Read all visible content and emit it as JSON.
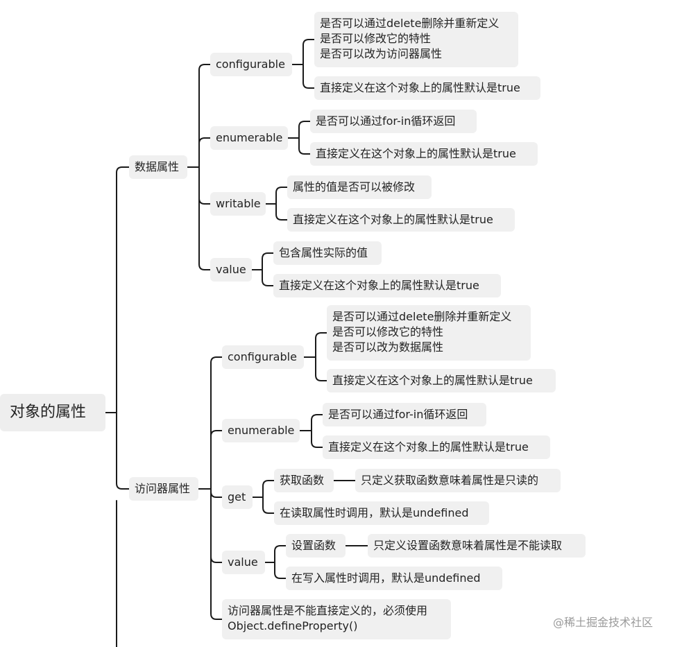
{
  "root": {
    "label": "对象的属性"
  },
  "branches": [
    {
      "label": "数据属性",
      "children": [
        {
          "label": "configurable",
          "children": [
            {
              "label": "是否可以通过delete删除并重新定义\n是否可以修改它的特性\n是否可以改为访问器属性"
            },
            {
              "label": "直接定义在这个对象上的属性默认是true"
            }
          ]
        },
        {
          "label": "enumerable",
          "children": [
            {
              "label": "是否可以通过for-in循环返回"
            },
            {
              "label": "直接定义在这个对象上的属性默认是true"
            }
          ]
        },
        {
          "label": "writable",
          "children": [
            {
              "label": "属性的值是否可以被修改"
            },
            {
              "label": "直接定义在这个对象上的属性默认是true"
            }
          ]
        },
        {
          "label": "value",
          "children": [
            {
              "label": "包含属性实际的值"
            },
            {
              "label": "直接定义在这个对象上的属性默认是true"
            }
          ]
        }
      ]
    },
    {
      "label": "访问器属性",
      "children": [
        {
          "label": "configurable",
          "children": [
            {
              "label": "是否可以通过delete删除并重新定义\n是否可以修改它的特性\n是否可以改为数据属性"
            },
            {
              "label": "直接定义在这个对象上的属性默认是true"
            }
          ]
        },
        {
          "label": "enumerable",
          "children": [
            {
              "label": "是否可以通过for-in循环返回"
            },
            {
              "label": "直接定义在这个对象上的属性默认是true"
            }
          ]
        },
        {
          "label": "get",
          "children": [
            {
              "label": "获取函数",
              "detail": "只定义获取函数意味着属性是只读的"
            },
            {
              "label": "在读取属性时调用，默认是undefined"
            }
          ]
        },
        {
          "label": "value",
          "children": [
            {
              "label": "设置函数",
              "detail": "只定义设置函数意味着属性是不能读取"
            },
            {
              "label": "在写入属性时调用，默认是undefined"
            }
          ]
        },
        {
          "label": "访问器属性是不能直接定义的，必须使用\nObject.defineProperty()"
        }
      ]
    }
  ],
  "watermark": "@稀土掘金技术社区",
  "colors": {
    "line": "#1a1a1a",
    "node_bg": "#f0f0f0",
    "watermark": "#9a9a9a"
  }
}
